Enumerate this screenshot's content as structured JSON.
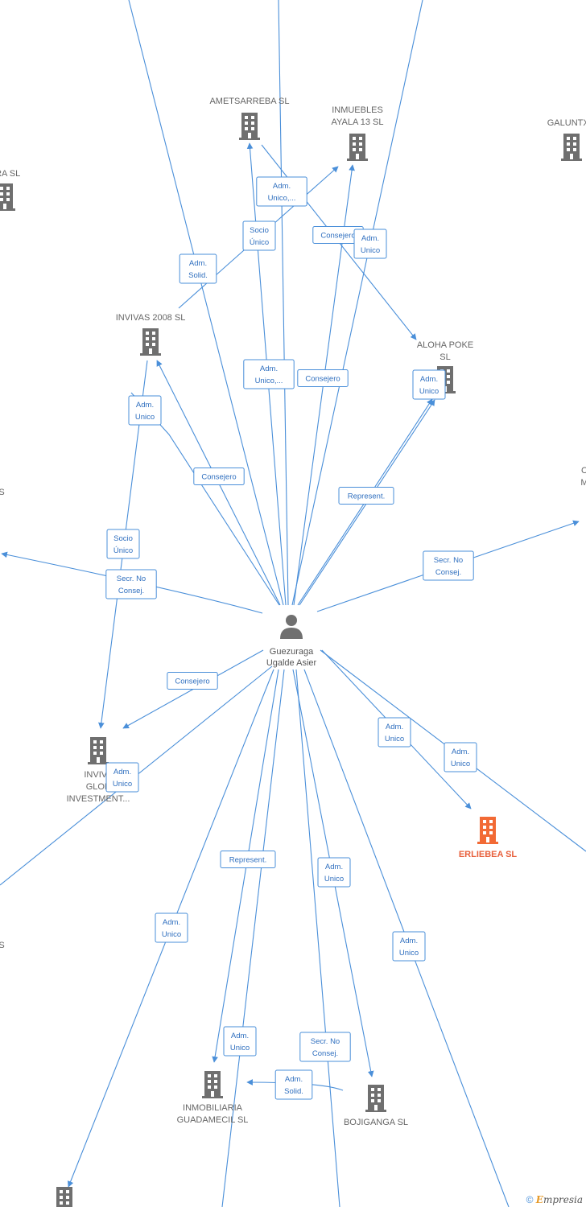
{
  "colors": {
    "edge": "#4a8fd9",
    "company": "#6f6f6f",
    "focus_company": "#f26a35",
    "person": "#707070"
  },
  "person": {
    "name_lines": [
      "Guezuraga",
      "Ugalde Asier"
    ],
    "icon": "person-icon"
  },
  "companies": [
    {
      "id": "ametsarreba",
      "lines": [
        "AMETSARREBA SL"
      ]
    },
    {
      "id": "inmuebles_ayala",
      "lines": [
        "INMUEBLES",
        "AYALA 13 SL"
      ]
    },
    {
      "id": "galuntxo",
      "lines": [
        "GALUNTXO"
      ]
    },
    {
      "id": "era",
      "lines": [
        "ERA  SL"
      ]
    },
    {
      "id": "invivas2008",
      "lines": [
        "INVIVAS 2008 SL"
      ]
    },
    {
      "id": "aloha",
      "lines": [
        "ALOHA POKE",
        "SL"
      ]
    },
    {
      "id": "inviva_global",
      "lines": [
        "INVIVA",
        "GLOB",
        "INVESTMENT..."
      ]
    },
    {
      "id": "erliebea",
      "lines": [
        "ERLIEBEA  SL"
      ],
      "focus": true
    },
    {
      "id": "inmobiliaria",
      "lines": [
        "INMOBILIARIA",
        "GUADAMECIL SL"
      ]
    },
    {
      "id": "bojiganga",
      "lines": [
        "BOJIGANGA  SL"
      ]
    },
    {
      "id": "right_partial",
      "lines": [
        "C",
        "M"
      ]
    },
    {
      "id": "left_partial_a",
      "lines": [
        "S"
      ]
    },
    {
      "id": "left_partial_b",
      "lines": [
        "S"
      ]
    },
    {
      "id": "bottom_left",
      "lines": []
    }
  ],
  "relations": [
    {
      "lines": [
        "Adm.",
        "Unico,..."
      ]
    },
    {
      "lines": [
        "Socio",
        "Único"
      ]
    },
    {
      "lines": [
        "Adm.",
        "Solid."
      ]
    },
    {
      "lines": [
        "Consejero"
      ]
    },
    {
      "lines": [
        "Adm.",
        "Unico"
      ]
    },
    {
      "lines": [
        "Adm.",
        "Unico,..."
      ]
    },
    {
      "lines": [
        "Consejero"
      ]
    },
    {
      "lines": [
        "Adm.",
        "Unico"
      ]
    },
    {
      "lines": [
        "Adm.",
        "Unico"
      ]
    },
    {
      "lines": [
        "Consejero"
      ]
    },
    {
      "lines": [
        "Represent."
      ]
    },
    {
      "lines": [
        "Socio",
        "Único"
      ]
    },
    {
      "lines": [
        "Secr.  No",
        "Consej."
      ]
    },
    {
      "lines": [
        "Secr.  No",
        "Consej."
      ]
    },
    {
      "lines": [
        "Consejero"
      ]
    },
    {
      "lines": [
        "Adm.",
        "Unico"
      ]
    },
    {
      "lines": [
        "Adm.",
        "Unico"
      ]
    },
    {
      "lines": [
        "Adm.",
        "Unico"
      ]
    },
    {
      "lines": [
        "Represent."
      ]
    },
    {
      "lines": [
        "Adm.",
        "Unico"
      ]
    },
    {
      "lines": [
        "Adm.",
        "Unico"
      ]
    },
    {
      "lines": [
        "Adm.",
        "Unico"
      ]
    },
    {
      "lines": [
        "Adm.",
        "Unico"
      ]
    },
    {
      "lines": [
        "Secr.  No",
        "Consej."
      ]
    },
    {
      "lines": [
        "Adm.",
        "Solid."
      ]
    }
  ],
  "footer": {
    "copyright": "©",
    "brand_initial": "E",
    "brand_rest": "mpresia"
  }
}
